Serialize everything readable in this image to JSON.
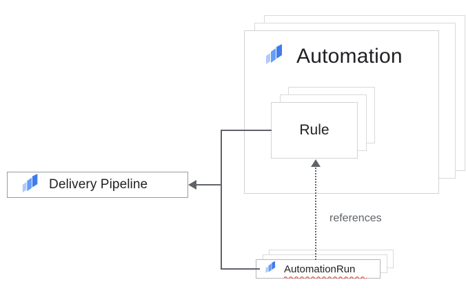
{
  "diagram": {
    "title": "Automation",
    "background_color": "#ffffff",
    "line_color": "#5f6368",
    "card_border_color": "#d2d2d2",
    "text_color": "#202124",
    "muted_text_color": "#5f6368",
    "icon_colors": {
      "dark_blue": "#3f7ceb",
      "mid_blue": "#669df6",
      "light_blue": "#aecbfa"
    },
    "spellcheck_color": "#e53935"
  },
  "nodes": {
    "delivery_pipeline": {
      "label": "Delivery Pipeline",
      "icon": "delivery-pipeline-icon",
      "stacked": false
    },
    "automation": {
      "label": "Automation",
      "icon": "automation-icon",
      "stacked": true,
      "stack_count": 3
    },
    "rule": {
      "label": "Rule",
      "stacked": true,
      "stack_count": 3
    },
    "automation_run": {
      "label": "AutomationRun",
      "icon": "automation-run-icon",
      "stacked": true,
      "stack_count": 3,
      "spellcheck_underline": true
    }
  },
  "edges": {
    "rule_to_delivery_pipeline": {
      "label": "",
      "style": "solid",
      "arrow": "left"
    },
    "automation_run_to_rule": {
      "label": "references",
      "style": "dotted",
      "arrow": "up"
    }
  }
}
